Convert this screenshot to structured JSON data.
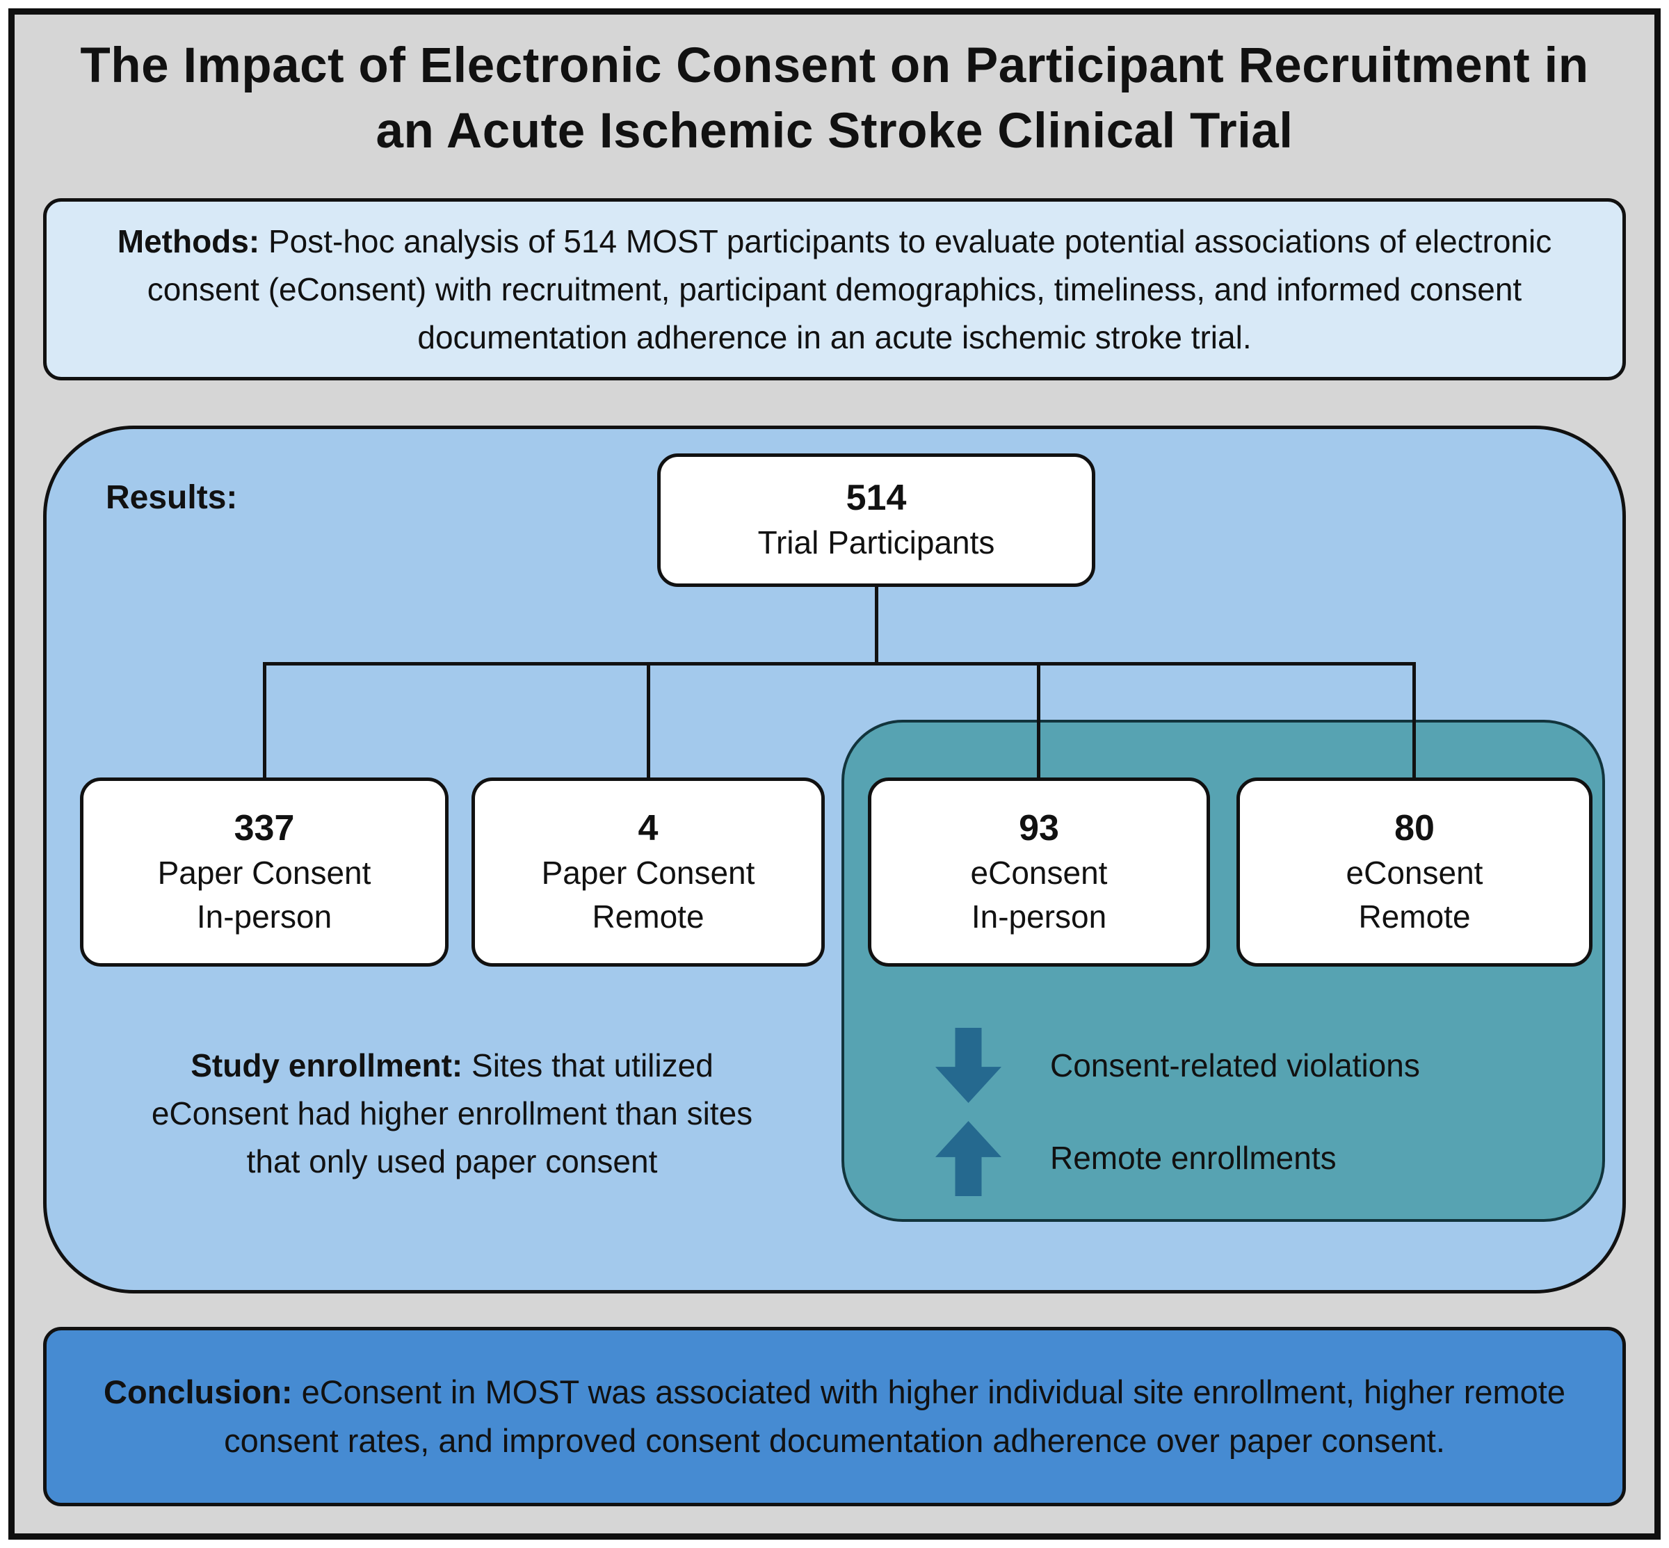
{
  "title": "The Impact of Electronic Consent on Participant Recruitment in an Acute Ischemic Stroke Clinical Trial",
  "methods": {
    "label": "Methods:",
    "text": " Post-hoc analysis of 514 MOST participants to evaluate potential associations of electronic consent (eConsent) with recruitment, participant demographics, timeliness, and informed consent documentation adherence in an acute ischemic stroke trial."
  },
  "results": {
    "label": "Results:",
    "root": {
      "count": "514",
      "label": "Trial Participants"
    },
    "groups": [
      {
        "count": "337",
        "line1": "Paper Consent",
        "line2": "In-person"
      },
      {
        "count": "4",
        "line1": "Paper Consent",
        "line2": "Remote"
      },
      {
        "count": "93",
        "line1": "eConsent",
        "line2": "In-person"
      },
      {
        "count": "80",
        "line1": "eConsent",
        "line2": "Remote"
      }
    ],
    "highlight": {
      "down_label": "Consent-related violations",
      "up_label": "Remote enrollments"
    },
    "enrollment_note": {
      "label": "Study enrollment:",
      "text": " Sites that utilized eConsent had higher enrollment than sites that only used paper consent"
    }
  },
  "conclusion": {
    "label": "Conclusion:",
    "text": " eConsent in MOST was associated with higher individual site enrollment, higher remote consent rates, and improved consent documentation adherence over paper consent."
  },
  "colors": {
    "background": "#d6d6d6",
    "methods_fill": "#d8e9f7",
    "results_fill": "#a3c9ec",
    "highlight_fill": "#57a3b2",
    "conclusion_fill": "#468bd2",
    "node_fill": "#ffffff",
    "arrow": "#25698f",
    "line": "#111111"
  }
}
